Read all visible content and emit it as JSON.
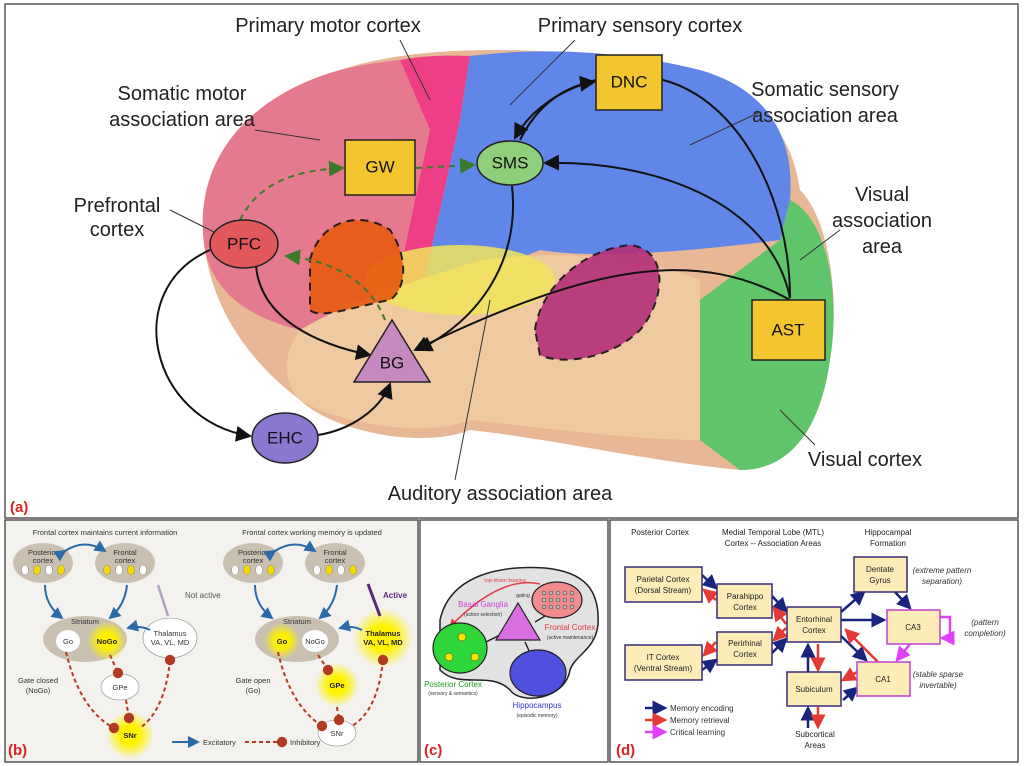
{
  "panel_a": {
    "label": "(a)",
    "regions": {
      "primary_motor": "Primary motor cortex",
      "primary_sensory": "Primary sensory cortex",
      "somatic_motor": [
        "Somatic motor",
        "association area"
      ],
      "somatic_sensory": [
        "Somatic sensory",
        "association area"
      ],
      "prefrontal": [
        "Prefrontal",
        "cortex"
      ],
      "visual_assoc": [
        "Visual",
        "association",
        "area"
      ],
      "visual_cortex": "Visual cortex",
      "auditory": "Auditory association area"
    },
    "nodes": {
      "gw": "GW",
      "sms": "SMS",
      "dnc": "DNC",
      "pfc": "PFC",
      "bg": "BG",
      "ehc": "EHC",
      "ast": "AST"
    },
    "colors": {
      "box": "#f3c52e",
      "sms": "#8fce7a",
      "pfc": "#e0585a",
      "bg": "#c48ac0",
      "ehc": "#8a78d0",
      "dashed_arrow": "#3a7a28"
    }
  },
  "panel_b": {
    "label": "(b)",
    "left": {
      "title": "Frontal cortex maintains current information",
      "posterior": [
        "Posterior",
        "cortex"
      ],
      "frontal": [
        "Frontal",
        "cortex"
      ],
      "striatum": "Striatum",
      "go": "Go",
      "nogo": "NoGo",
      "thalamus": [
        "Thalamus",
        "VA, VL, MD"
      ],
      "gpe": "GPe",
      "snr": "SNr",
      "gate": [
        "Gate closed",
        "(NoGo)"
      ],
      "status": "Not active"
    },
    "right": {
      "title": "Frontal cortex working memory is updated",
      "posterior": [
        "Posterior",
        "cortex"
      ],
      "frontal": [
        "Frontal",
        "cortex"
      ],
      "striatum": "Striatum",
      "go": "Go",
      "nogo": "NoGo",
      "thalamus": [
        "Thalamus",
        "VA, VL, MD"
      ],
      "gpe": "GPe",
      "snr": "SNr",
      "gate": [
        "Gate open",
        "(Go)"
      ],
      "status": "Active"
    },
    "legend": {
      "excitatory": "Excitatory",
      "inhibitory": "Inhibitory"
    }
  },
  "panel_c": {
    "label": "(c)",
    "top_down": "top-down biasing",
    "gating": "gating",
    "basal_ganglia": "Basal Ganglia",
    "bg_sub": "(action selection)",
    "frontal": "Frontal Cortex",
    "frontal_sub": "(active maintenance)",
    "posterior": "Posterior Cortex",
    "posterior_sub": "(sensory & semantics)",
    "hippocampus": "Hippocampus",
    "hippo_sub": "(episodic memory)"
  },
  "panel_d": {
    "label": "(d)",
    "headers": {
      "posterior": "Posterior Cortex",
      "mtl": [
        "Medial Temporal Lobe (MTL)",
        "Cortex -- Association Areas"
      ],
      "hippocampal": [
        "Hippocampal",
        "Formation"
      ]
    },
    "boxes": {
      "parietal": [
        "Parietal Cortex",
        "(Dorsal Stream)"
      ],
      "it": [
        "IT Cortex",
        "(Ventral Stream)"
      ],
      "parahippo": [
        "Parahippo",
        "Cortex"
      ],
      "perirhinal": [
        "Perirhinal",
        "Cortex"
      ],
      "entorhinal": [
        "Entorhinal",
        "Cortex"
      ],
      "dentate": [
        "Dentate",
        "Gyrus"
      ],
      "ca3": "CA3",
      "ca1": "CA1",
      "subiculum": "Subiculum"
    },
    "notes": {
      "dentate": [
        "(extreme pattern",
        "separation)"
      ],
      "ca3": [
        "(pattern",
        "completion)"
      ],
      "ca1": [
        "(stable sparse",
        "invertable)"
      ]
    },
    "subcortical": [
      "Subcortical",
      "Areas"
    ],
    "legend": {
      "encoding": "Memory encoding",
      "retrieval": "Memory retrieval",
      "critical": "Critical learning"
    },
    "colors": {
      "encoding": "#1a237e",
      "retrieval": "#e53935",
      "critical": "#e040fb"
    }
  }
}
